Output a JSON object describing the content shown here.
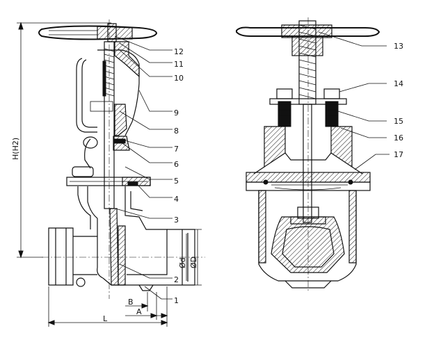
{
  "dimensions": {
    "overall_height": "H(H2)",
    "flange_length": "B",
    "face_to_end": "A",
    "overall_length": "L",
    "pipe_bore": "Ød",
    "outer_diameter": "ØD"
  },
  "part_numbers": [
    "1",
    "2",
    "3",
    "4",
    "5",
    "6",
    "7",
    "8",
    "9",
    "10",
    "11",
    "12",
    "13",
    "14",
    "15",
    "16",
    "17"
  ]
}
